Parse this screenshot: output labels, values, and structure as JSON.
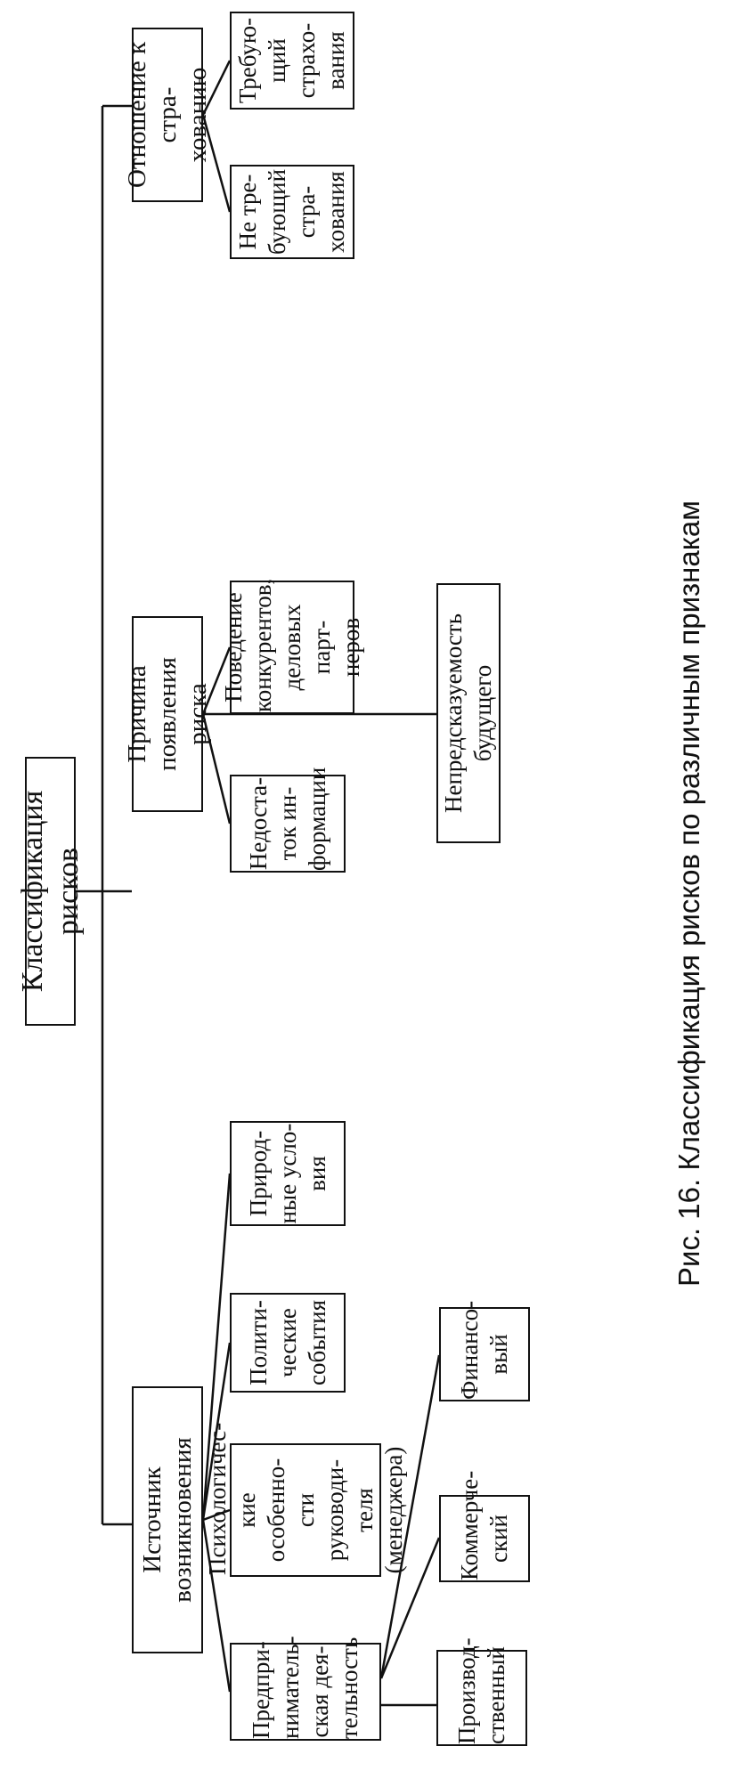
{
  "diagram": {
    "root": "Классификация рисков",
    "categories": [
      {
        "label": "Источник возникновения",
        "children": [
          "Предпри-\nниматель-\nская дея-\nтельность",
          "Психологичес-\nкие особенно-\nсти руководи-\nтеля\n(менеджера)",
          "Полити-\nческие\nсобытия",
          "Природ-\nные усло-\nвия"
        ],
        "subchildren": [
          "Производ-\nственный",
          "Коммерче-\nский",
          "Финансо-\nвый"
        ]
      },
      {
        "label": "Причина появления\nриска",
        "children": [
          "Недоста-\nток ин-\nформации",
          "Поведение\nконкурентов,\nделовых парт-\nнеров",
          "Непредсказуемость\nбудущего"
        ]
      },
      {
        "label": "Отношение к стра-\nхованию",
        "children": [
          "Не тре-\nбующий\nстра-\nхования",
          "Требую-\nщий\nстрахо-\nвания"
        ]
      }
    ],
    "caption": "Рис. 16. Классификация рисков по различным признакам"
  }
}
